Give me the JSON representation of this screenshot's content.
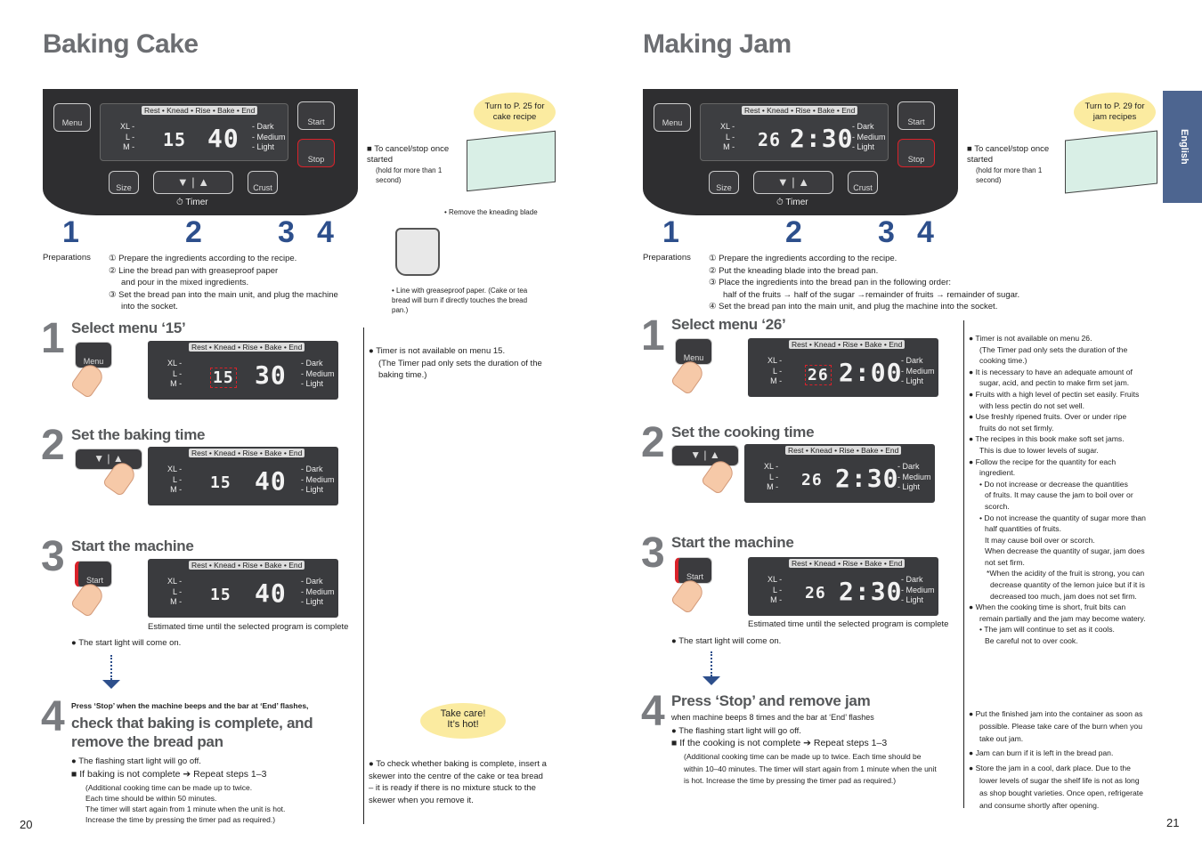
{
  "left": {
    "title": "Baking Cake",
    "page_number": "20",
    "callout_numbers": [
      "1",
      "2",
      "3",
      "4"
    ],
    "recipe_bubble": "Turn to P. 25 for cake recipe",
    "cancel_note": "■ To cancel/stop once started",
    "cancel_hold": "(hold for more than 1 second)",
    "blade_note": "• Remove the kneading blade",
    "paper_note": "• Line with greaseproof paper. (Cake or tea bread will burn if directly touches the bread pan.)",
    "preparations_label": "Preparations",
    "preparations": [
      "① Prepare the ingredients according to the recipe.",
      "② Line the bread pan with greaseproof paper",
      "and pour in the mixed ingredients.",
      "③ Set the bread pan into the main unit, and plug the machine",
      "into the socket."
    ],
    "steps": [
      {
        "num": "1",
        "title": "Select menu ‘15’"
      },
      {
        "num": "2",
        "title": "Set the baking time"
      },
      {
        "num": "3",
        "title": "Start the machine"
      },
      {
        "num": "4",
        "title": "check that baking is complete, and remove the bread pan",
        "pre": "Press ‘Stop’ when the machine beeps and the bar at ‘End’ flashes,"
      }
    ],
    "lcd": [
      {
        "menu": "15",
        "time": "30"
      },
      {
        "menu": "15",
        "time": "40"
      },
      {
        "menu": "15",
        "time": "40"
      }
    ],
    "panel_lcd": {
      "menu": "15",
      "time": "40"
    },
    "estimated_caption": "Estimated time until the selected program is complete",
    "start_light": "The start light will come on.",
    "step4_notes": [
      "The flashing start light will go off."
    ],
    "repeat": "■ If baking is not complete ➔ Repeat steps 1–3",
    "repeat_details": [
      "(Additional cooking time can be made up to twice.",
      "Each time should be within 50 minutes.",
      "The timer will start again from 1 minute when the unit is hot.",
      "Increase the time by pressing the timer pad as required.)"
    ],
    "side_notes": [
      "Timer is not available on menu 15.",
      "(The Timer pad only sets the duration of the baking time.)"
    ],
    "take_care": "Take care! It’s hot!",
    "check_note": "To check whether baking is complete, insert a skewer into the centre of the cake or tea bread – it is ready if there is no mixture stuck to the skewer when you remove it."
  },
  "right": {
    "title": "Making Jam",
    "page_number": "21",
    "tab_label": "English",
    "callout_numbers": [
      "1",
      "2",
      "3",
      "4"
    ],
    "recipe_bubble": "Turn to P. 29 for jam recipes",
    "cancel_note": "■ To cancel/stop once started",
    "cancel_hold": "(hold for more than 1 second)",
    "preparations_label": "Preparations",
    "preparations": [
      "① Prepare the ingredients according to the recipe.",
      "② Put the kneading blade into the bread pan.",
      "③ Place the ingredients into the bread pan in the following order:",
      "half of the fruits → half of the sugar →remainder of fruits → remainder of sugar.",
      "④ Set the bread pan into the main unit, and plug the machine into the socket."
    ],
    "steps": [
      {
        "num": "1",
        "title": "Select menu ‘26’"
      },
      {
        "num": "2",
        "title": "Set the cooking time"
      },
      {
        "num": "3",
        "title": "Start the machine"
      },
      {
        "num": "4",
        "title": "Press ‘Stop’ and remove jam",
        "sub": "when machine beeps 8 times and the bar at ‘End’ flashes"
      }
    ],
    "lcd": [
      {
        "menu": "26",
        "time": "2:00"
      },
      {
        "menu": "26",
        "time": "2:30"
      },
      {
        "menu": "26",
        "time": "2:30"
      }
    ],
    "panel_lcd": {
      "menu": "26",
      "time": "2:30"
    },
    "estimated_caption": "Estimated time until the selected program is complete",
    "start_light": "The start light will come on.",
    "step4_notes": [
      "The flashing start light will go off."
    ],
    "repeat": "■ If the cooking is not complete ➔ Repeat steps 1–3",
    "repeat_details": [
      "(Additional cooking time can be made up to twice. Each time should be",
      "within 10–40 minutes. The timer will start again from 1 minute when the unit",
      "is hot. Increase the time by pressing the timer pad as required.)"
    ],
    "side_notes": [
      "● Timer is not available on menu 26.",
      "(The Timer pad only sets the duration of the",
      "cooking time.)",
      "● It is necessary to have an adequate amount of",
      "sugar, acid, and pectin to make firm set jam.",
      "● Fruits with a high level of pectin set easily. Fruits",
      "with less pectin do not set well.",
      "● Use freshly ripened fruits. Over or under ripe",
      "fruits do not set firmly.",
      "● The recipes in this book make soft set jams.",
      "This is due to lower levels of sugar.",
      "● Follow the recipe for the quantity for each",
      "ingredient.",
      "• Do not increase or decrease the quantities",
      "of fruits. It may cause the jam to boil over or",
      "scorch.",
      "• Do not increase the quantity of sugar more than",
      "half quantities of fruits.",
      "It may cause boil over or scorch.",
      "When decrease the quantity of sugar, jam does",
      "not set firm.",
      "*When the acidity of the fruit is strong, you can",
      "decrease quantity of the lemon juice but if it is",
      "decreased too much, jam does not set firm.",
      "● When the cooking time is short, fruit bits can",
      "remain partially and the jam may become watery.",
      "• The jam will continue to set as it cools.",
      "Be careful not to over cook."
    ],
    "bottom_notes": [
      "● Put the finished jam into the container as soon as",
      "possible. Please take care of the burn when you",
      "take out jam.",
      "● Jam can burn if it is left in the bread pan.",
      "● Store the jam in a cool, dark place. Due to the",
      "lower levels of sugar the shelf life is not as long",
      "as shop bought varieties. Once open, refrigerate",
      "and consume shortly after opening."
    ]
  },
  "panel": {
    "menu": "Menu",
    "start": "Start",
    "stop": "Stop",
    "size": "Size",
    "crust": "Crust",
    "timer": "Timer",
    "lcd_top": "Rest • Knead • Rise • Bake • End",
    "sizes": [
      "XL -",
      "L -",
      "M -"
    ],
    "crusts": [
      "- Dark",
      "- Medium",
      "- Light"
    ],
    "arrows": "▼ | ▲"
  },
  "colors": {
    "accent": "#2d4f8c",
    "title_gray": "#6c6e72",
    "panel": "#2e2e30",
    "bubble": "#fbeba0",
    "highlight": "#d9222a"
  }
}
